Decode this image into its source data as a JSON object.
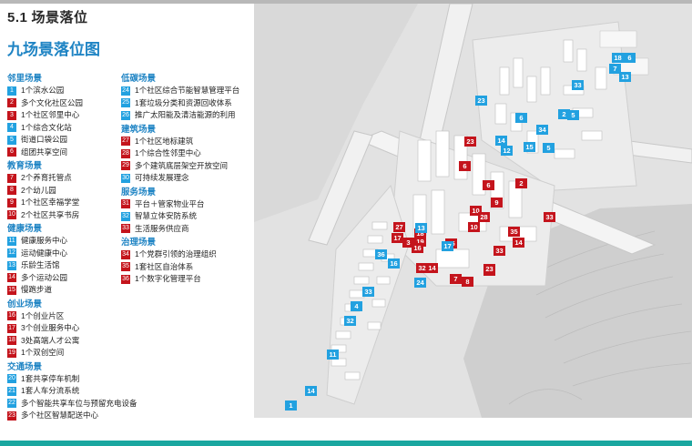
{
  "header": {
    "section_number": "5.1",
    "section_title": "场景落位",
    "page_title": "九场景落位图"
  },
  "colors": {
    "neighborhood": "#22a1e0",
    "red": "#c4141c",
    "title_blue": "#1f84c4",
    "bottom_bar": "#1aa7a0"
  },
  "legend_left": [
    {
      "title": "邻里场景",
      "items": [
        {
          "num": "1",
          "color": "blue",
          "label": "1个滨水公园"
        },
        {
          "num": "2",
          "color": "red",
          "label": "多个文化社区公园"
        },
        {
          "num": "3",
          "color": "red",
          "label": "1个社区邻里中心"
        },
        {
          "num": "4",
          "color": "blue",
          "label": "1个综合文化站"
        },
        {
          "num": "5",
          "color": "blue",
          "label": "街道口袋公园"
        },
        {
          "num": "6",
          "color": "red",
          "label": "组团共享空间"
        }
      ]
    },
    {
      "title": "教育场景",
      "items": [
        {
          "num": "7",
          "color": "red",
          "label": "2个养育托管点"
        },
        {
          "num": "8",
          "color": "red",
          "label": "2个幼儿园"
        },
        {
          "num": "9",
          "color": "red",
          "label": "1个社区幸福学堂"
        },
        {
          "num": "10",
          "color": "red",
          "label": "2个社区共享书房"
        }
      ]
    },
    {
      "title": "健康场景",
      "items": [
        {
          "num": "11",
          "color": "blue",
          "label": "健康服务中心"
        },
        {
          "num": "12",
          "color": "blue",
          "label": "运动健康中心"
        },
        {
          "num": "13",
          "color": "blue",
          "label": "乐龄生活馆"
        },
        {
          "num": "14",
          "color": "red",
          "label": "多个运动公园"
        },
        {
          "num": "15",
          "color": "red",
          "label": "慢跑步道"
        }
      ]
    },
    {
      "title": "创业场景",
      "items": [
        {
          "num": "16",
          "color": "red",
          "label": "1个创业片区"
        },
        {
          "num": "17",
          "color": "red",
          "label": "3个创业服务中心"
        },
        {
          "num": "18",
          "color": "red",
          "label": "3处高端人才公寓"
        },
        {
          "num": "19",
          "color": "red",
          "label": "1个双创空间"
        }
      ]
    },
    {
      "title": "交通场景",
      "items": [
        {
          "num": "20",
          "color": "blue",
          "label": "1套共享停车机制"
        },
        {
          "num": "21",
          "color": "blue",
          "label": "1套人车分流系统"
        },
        {
          "num": "22",
          "color": "blue",
          "label": "多个智能共享车位与预留充电设备"
        },
        {
          "num": "23",
          "color": "red",
          "label": "多个社区智慧配送中心"
        }
      ]
    }
  ],
  "legend_right": [
    {
      "title": "低碳场景",
      "items": [
        {
          "num": "24",
          "color": "blue",
          "label": "1个社区综合节能智慧管理平台"
        },
        {
          "num": "25",
          "color": "blue",
          "label": "1套垃圾分类和资源回收体系"
        },
        {
          "num": "26",
          "color": "blue",
          "label": "推广太阳能及清洁能源的利用"
        }
      ]
    },
    {
      "title": "建筑场景",
      "items": [
        {
          "num": "27",
          "color": "red",
          "label": "1个社区地标建筑"
        },
        {
          "num": "28",
          "color": "red",
          "label": "1个综合性邻里中心"
        },
        {
          "num": "29",
          "color": "red",
          "label": "多个建筑底层架空开放空间"
        },
        {
          "num": "30",
          "color": "blue",
          "label": "可持续发展理念"
        }
      ]
    },
    {
      "title": "服务场景",
      "items": [
        {
          "num": "31",
          "color": "red",
          "label": "平台＋管家物业平台"
        },
        {
          "num": "32",
          "color": "blue",
          "label": "智慧立体安防系统"
        },
        {
          "num": "33",
          "color": "red",
          "label": "生活服务供应商"
        }
      ]
    },
    {
      "title": "治理场景",
      "items": [
        {
          "num": "34",
          "color": "red",
          "label": "1个党群引领的治理组织"
        },
        {
          "num": "35",
          "color": "red",
          "label": "1套社区自治体系"
        },
        {
          "num": "36",
          "color": "red",
          "label": "1个数字化管理平台"
        }
      ]
    }
  ],
  "map_markers": [
    {
      "n": "18",
      "c": "blue"
    },
    {
      "n": "7",
      "c": "blue"
    },
    {
      "n": "13",
      "c": "blue"
    },
    {
      "n": "6",
      "c": "blue"
    },
    {
      "n": "33",
      "c": "blue"
    },
    {
      "n": "23",
      "c": "blue"
    },
    {
      "n": "5",
      "c": "blue"
    },
    {
      "n": "6",
      "c": "blue"
    },
    {
      "n": "2",
      "c": "blue"
    },
    {
      "n": "34",
      "c": "blue"
    },
    {
      "n": "14",
      "c": "blue"
    },
    {
      "n": "12",
      "c": "blue"
    },
    {
      "n": "15",
      "c": "blue"
    },
    {
      "n": "5",
      "c": "blue"
    },
    {
      "n": "23",
      "c": "red"
    },
    {
      "n": "6",
      "c": "red"
    },
    {
      "n": "2",
      "c": "red"
    },
    {
      "n": "6",
      "c": "red"
    },
    {
      "n": "9",
      "c": "red"
    },
    {
      "n": "10",
      "c": "red"
    },
    {
      "n": "28",
      "c": "red"
    },
    {
      "n": "10",
      "c": "red"
    },
    {
      "n": "33",
      "c": "red"
    },
    {
      "n": "27",
      "c": "red"
    },
    {
      "n": "17",
      "c": "red"
    },
    {
      "n": "3",
      "c": "red"
    },
    {
      "n": "18",
      "c": "red"
    },
    {
      "n": "19",
      "c": "red"
    },
    {
      "n": "15",
      "c": "red"
    },
    {
      "n": "35",
      "c": "red"
    },
    {
      "n": "16",
      "c": "red"
    },
    {
      "n": "33",
      "c": "red"
    },
    {
      "n": "14",
      "c": "red"
    },
    {
      "n": "36",
      "c": "blue"
    },
    {
      "n": "16",
      "c": "blue"
    },
    {
      "n": "32",
      "c": "red"
    },
    {
      "n": "14",
      "c": "red"
    },
    {
      "n": "33",
      "c": "red"
    },
    {
      "n": "7",
      "c": "red"
    },
    {
      "n": "8",
      "c": "red"
    },
    {
      "n": "23",
      "c": "red"
    },
    {
      "n": "24",
      "c": "blue"
    },
    {
      "n": "33",
      "c": "blue"
    },
    {
      "n": "4",
      "c": "blue"
    },
    {
      "n": "32",
      "c": "blue"
    },
    {
      "n": "11",
      "c": "blue"
    },
    {
      "n": "14",
      "c": "blue"
    },
    {
      "n": "1",
      "c": "blue"
    },
    {
      "n": "17",
      "c": "blue"
    },
    {
      "n": "13",
      "c": "blue"
    }
  ]
}
